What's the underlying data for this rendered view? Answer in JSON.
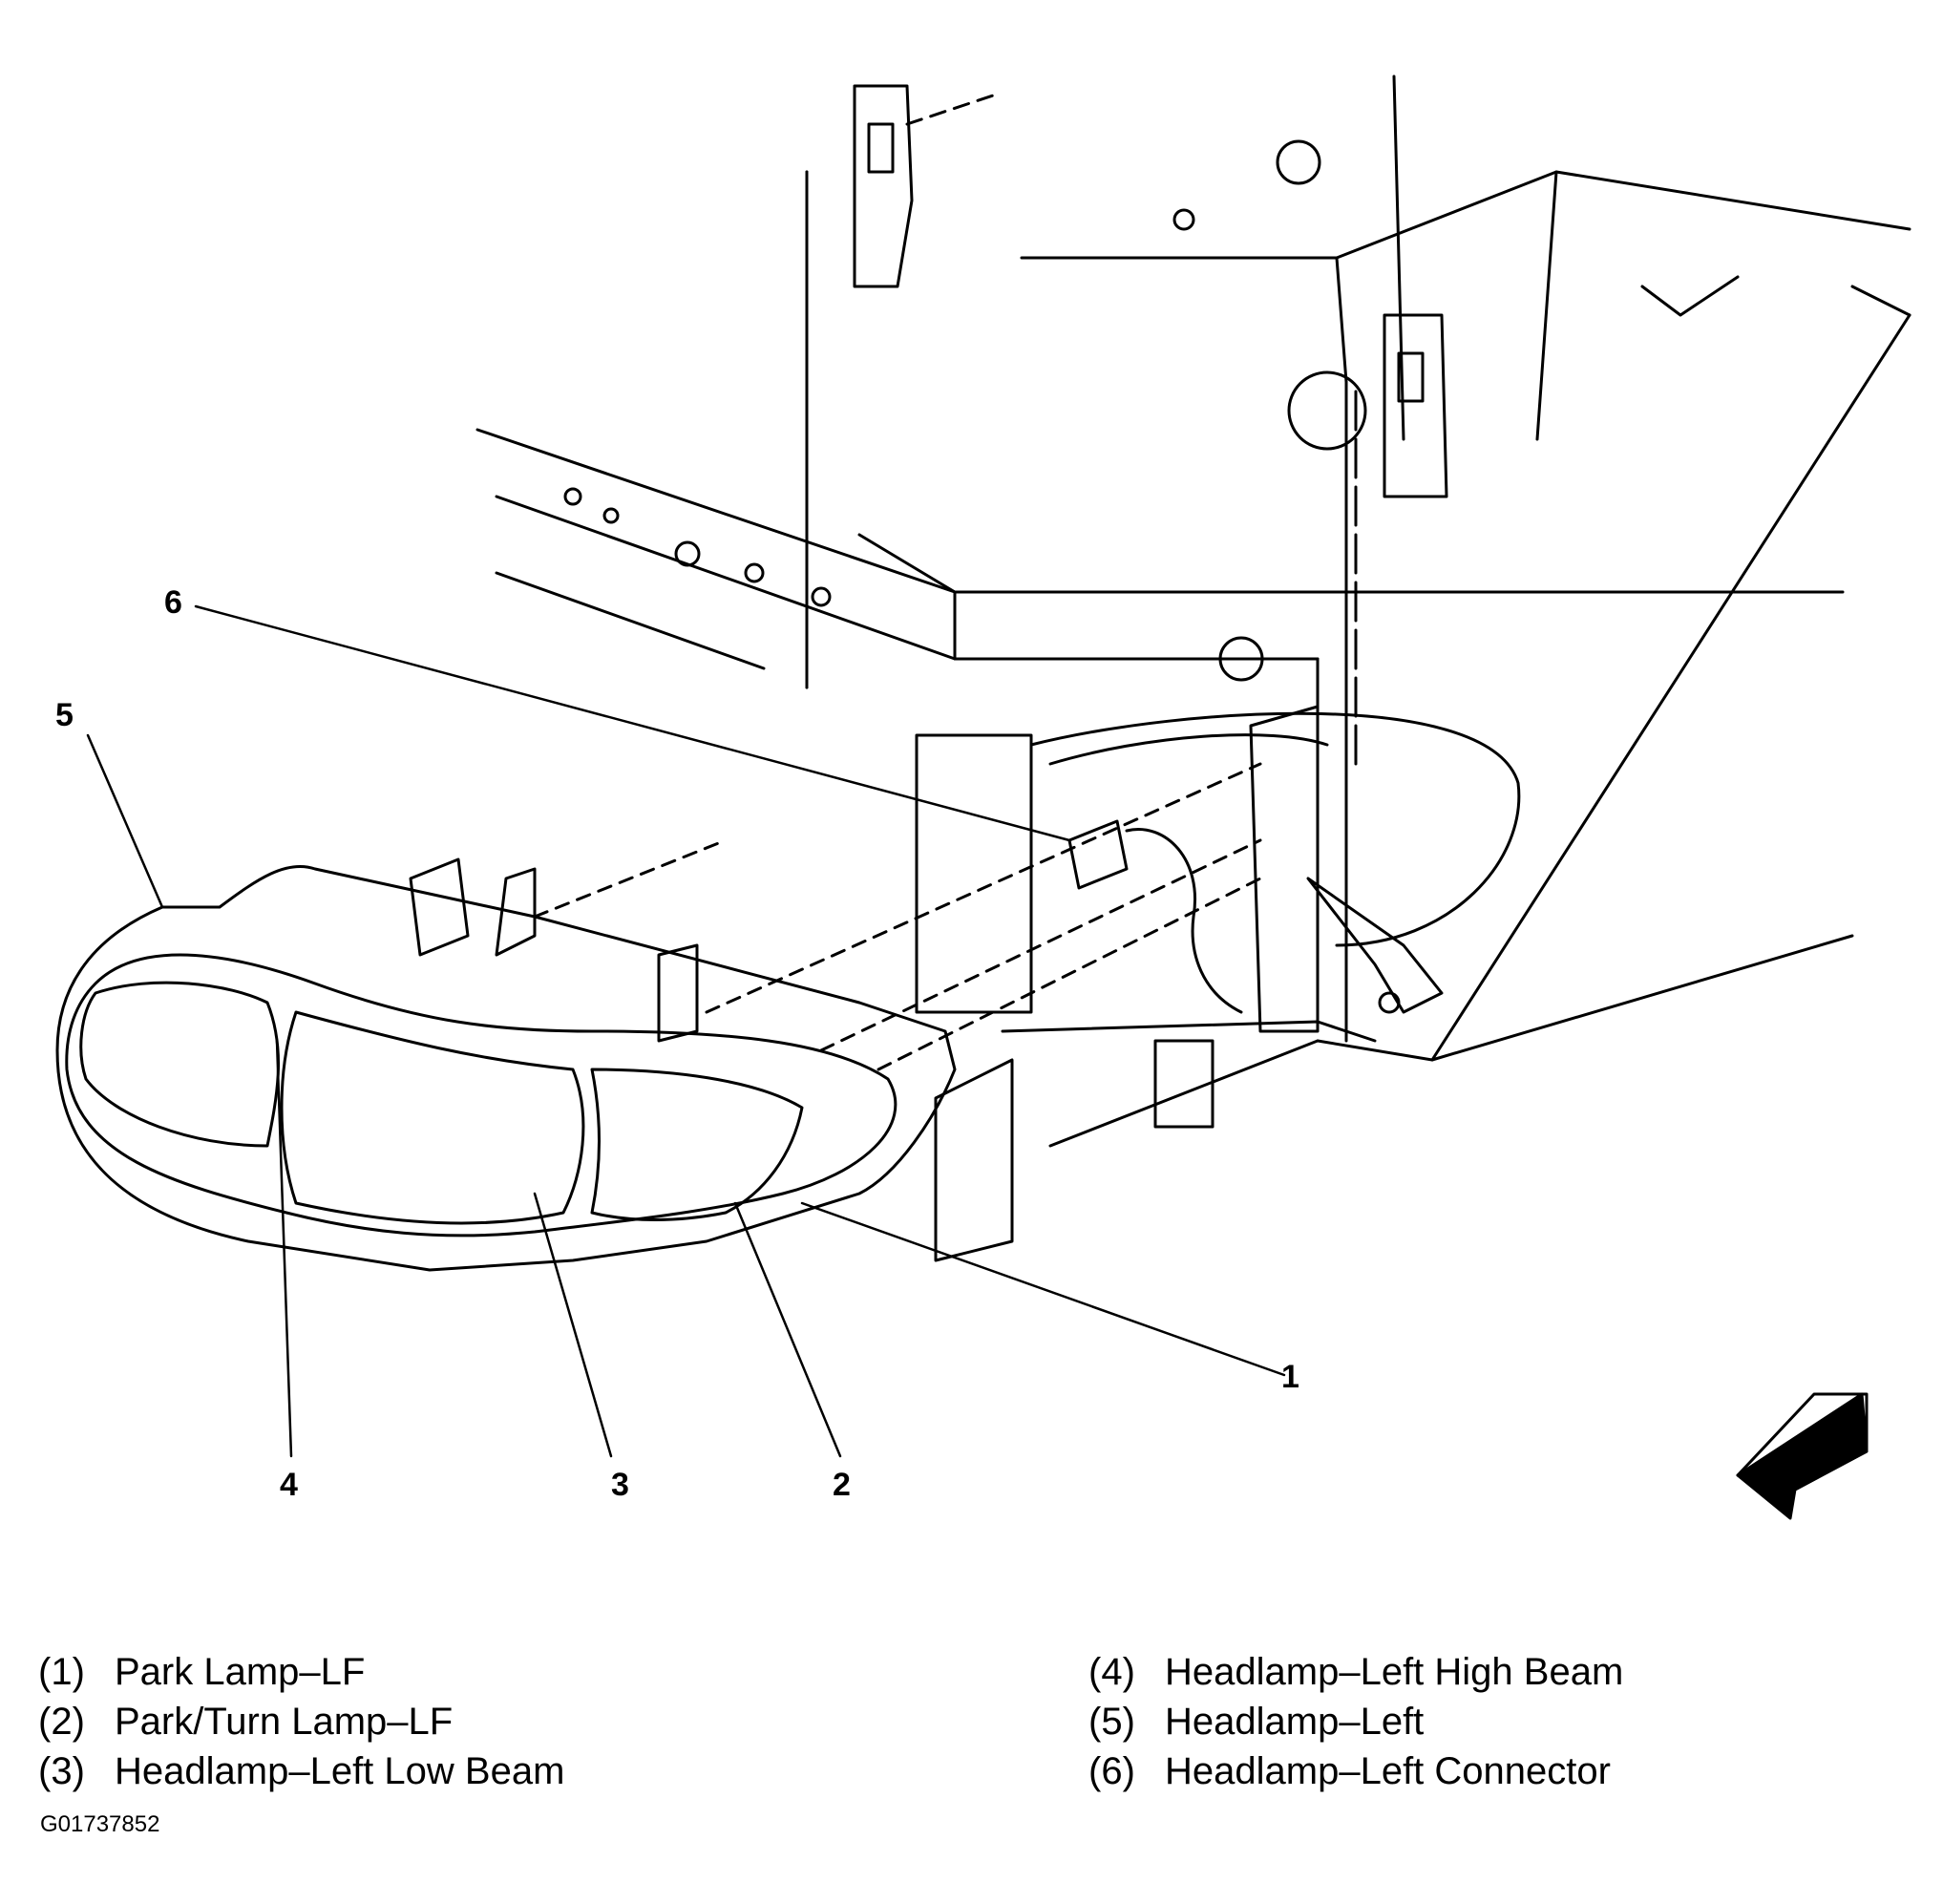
{
  "callouts": {
    "c1": "1",
    "c2": "2",
    "c3": "3",
    "c4": "4",
    "c5": "5",
    "c6": "6"
  },
  "legend": [
    {
      "num": "(1)",
      "label": "Park Lamp–LF"
    },
    {
      "num": "(2)",
      "label": "Park/Turn Lamp–LF"
    },
    {
      "num": "(3)",
      "label": "Headlamp–Left Low Beam"
    },
    {
      "num": "(4)",
      "label": "Headlamp–Left High Beam"
    },
    {
      "num": "(5)",
      "label": "Headlamp–Left"
    },
    {
      "num": "(6)",
      "label": "Headlamp–Left Connector"
    }
  ],
  "figure_id": "G01737852",
  "colors": {
    "line": "#000000",
    "background": "#ffffff"
  }
}
